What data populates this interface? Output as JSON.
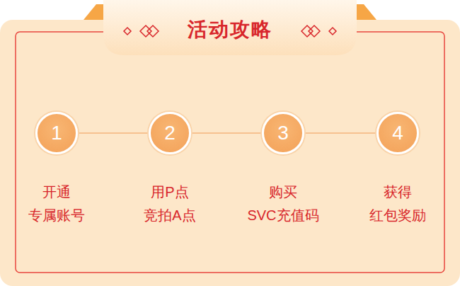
{
  "diagram": {
    "title": "活动攻略",
    "nodes": [
      {
        "text": [
          "1",
          "开通 专属账号"
        ]
      },
      {
        "text": [
          "2",
          "用P点 竞拍A点"
        ]
      },
      {
        "text": [
          "3",
          "购买 SVC充值码"
        ]
      },
      {
        "text": [
          "4",
          "获得 红包奖励"
        ]
      }
    ],
    "edges": [
      {
        "from": 0,
        "to": 1,
        "arrow": "none"
      },
      {
        "from": 1,
        "to": 2,
        "arrow": "none"
      },
      {
        "from": 2,
        "to": 3,
        "arrow": "none"
      }
    ]
  }
}
